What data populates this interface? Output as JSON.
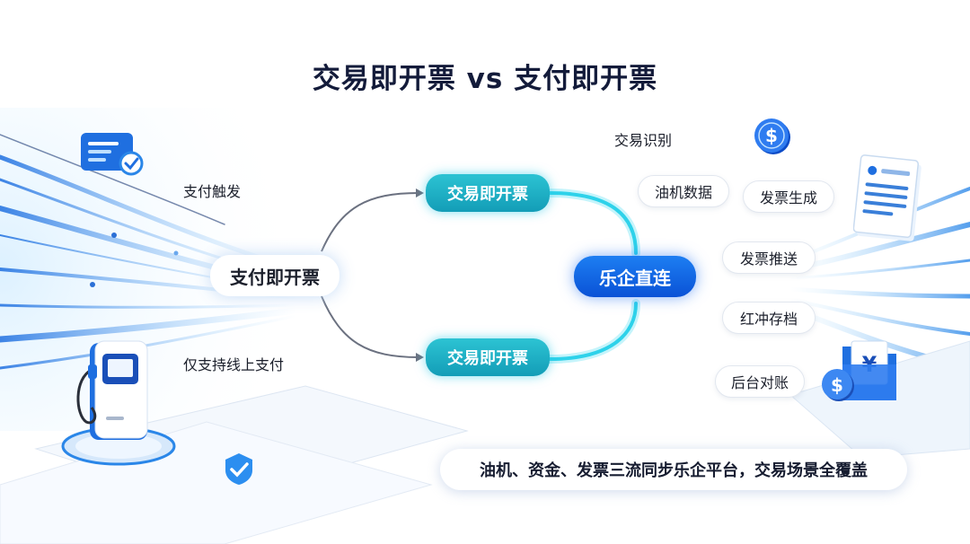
{
  "title": "交易即开票 vs 支付即开票",
  "left": {
    "main_node": "支付即开票",
    "top_label": "支付触发",
    "bottom_label": "仅支持线上支付"
  },
  "center": {
    "top_node": "交易即开票",
    "bottom_node": "交易即开票",
    "hub_node": "乐企直连"
  },
  "right": {
    "top_label": "交易识别",
    "items": [
      "油机数据",
      "发票生成",
      "发票推送",
      "红冲存档",
      "后台对账"
    ]
  },
  "bottom_banner": "油机、资金、发票三流同步乐企平台，交易场景全覆盖",
  "icons": [
    "document-check-icon",
    "dollar-coin-icon",
    "invoice-document-icon",
    "fuel-pump-icon",
    "check-shield-icon",
    "yen-folder-icon"
  ],
  "colors": {
    "teal": "#1aaec4",
    "blue": "#0f63e3",
    "title": "#131b3a"
  }
}
